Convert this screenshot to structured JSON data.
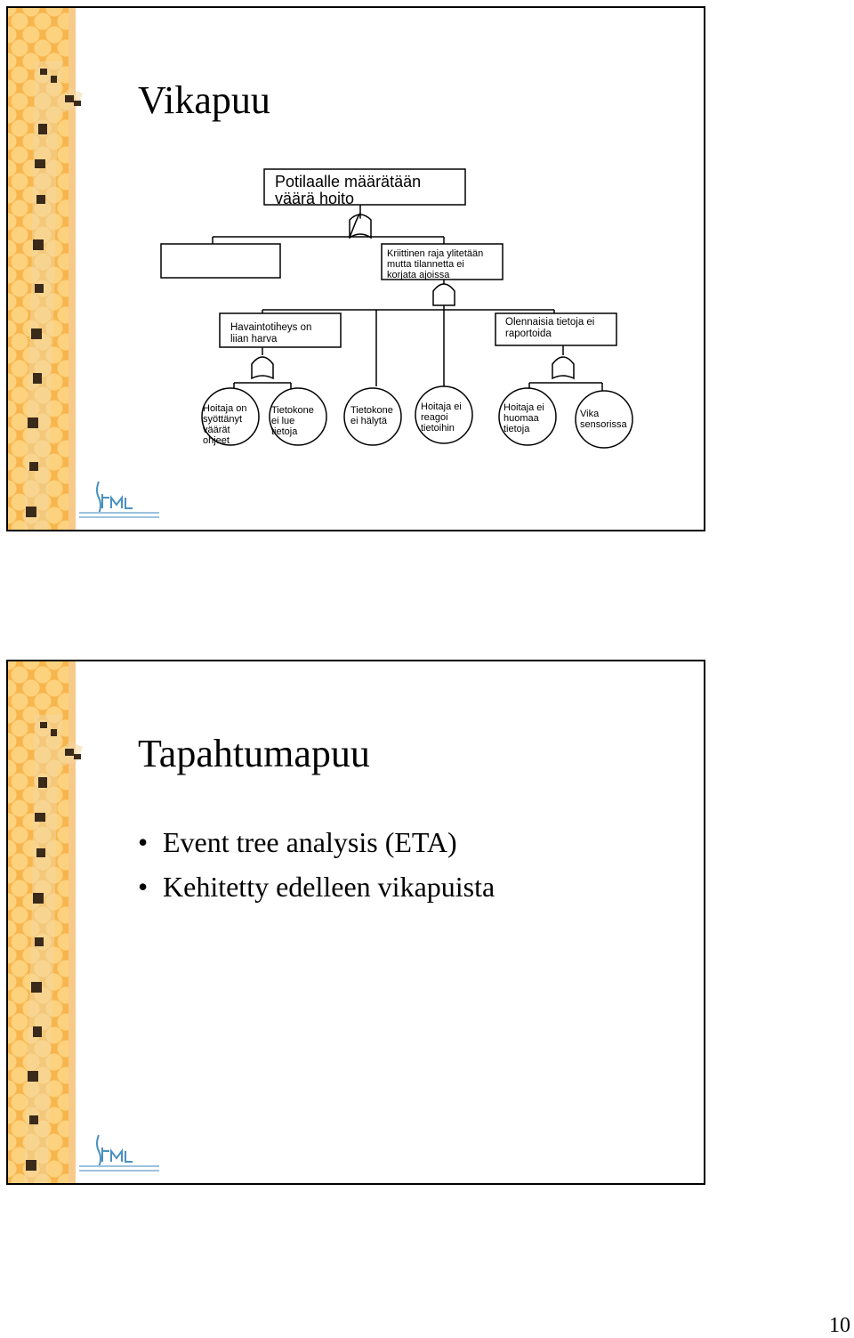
{
  "slides": [
    {
      "title": "Vikapuu",
      "fault_tree": {
        "top_event": [
          "Potilaalle määrätään",
          "väärä hoito"
        ],
        "left_empty_box": "",
        "mid_event": [
          "Kriittinen raja ylitetään",
          "mutta tilannetta ei",
          "korjata ajoissa"
        ],
        "left_event": [
          "Havaintotiheys on",
          "liian harva"
        ],
        "right_event": [
          "Olennaisia tietoja ei",
          "raportoida"
        ],
        "basic_events": [
          [
            "Hoitaja on",
            "syöttänyt",
            "väärät",
            "ohjeet"
          ],
          [
            "Tietokone",
            "ei lue",
            "tietoja"
          ],
          [
            "Tietokone",
            "ei hälytä"
          ],
          [
            "Hoitaja ei",
            "reagoi",
            "tietoihin"
          ],
          [
            "Hoitaja ei",
            "huomaa",
            "tietoja"
          ],
          [
            "Vika",
            "sensorissa"
          ]
        ]
      }
    },
    {
      "title": "Tapahtumapuu",
      "bullets": [
        "Event tree analysis (ETA)",
        "Kehitetty edelleen vikapuista"
      ]
    }
  ],
  "page_number": "10",
  "colors": {
    "honeycomb": "#f7b54d",
    "honeycomb_light": "#fdd27e",
    "giraffe_dark": "#3a2a1a",
    "logo": "#4a90c0"
  }
}
